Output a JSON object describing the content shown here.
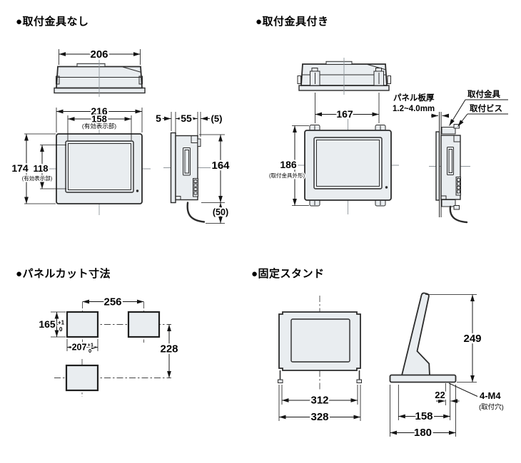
{
  "colors": {
    "outline": "#2b2b2b",
    "fill": "#e9edf0",
    "centerline": "#8f969b",
    "dimension": "#141414"
  },
  "sections": {
    "no_bracket": {
      "heading": "●取付金具なし",
      "top_view": {
        "width": "206"
      },
      "front_view": {
        "outer_width": "216",
        "display_width": "158",
        "display_width_note": "(有効表示部)",
        "outer_height": "174",
        "display_height": "118",
        "display_height_note": "(有効表示部)"
      },
      "side_view": {
        "bezel": "5",
        "depth": "55",
        "rear": "(5)",
        "height": "164",
        "cable": "(50)"
      }
    },
    "with_bracket": {
      "heading": "●取付金具付き",
      "top_view": {
        "bracket_span": "167"
      },
      "front_view": {
        "height": "186",
        "height_note": "(取付金具外形)"
      },
      "side_view": {
        "panel_label": "パネル板厚",
        "panel_range": "1.2~4.0mm",
        "bracket_label": "取付金具",
        "screw_label": "取付ビス"
      }
    },
    "panel_cut": {
      "heading": "●パネルカット寸法",
      "h_pitch": "256",
      "v_pitch": "228",
      "cut_h": "165",
      "cut_h_plus": "+1",
      "cut_h_minus": "0",
      "cut_w": "207",
      "cut_w_plus": "+1",
      "cut_w_minus": "0"
    },
    "stand": {
      "heading": "●固定スタンド",
      "front_view": {
        "inner_width": "312",
        "outer_width": "328"
      },
      "side_view": {
        "height": "249",
        "hole_offset": "22",
        "hole_pitch": "158",
        "base_depth": "180",
        "hole_spec": "4-M4",
        "hole_note": "(取付穴)"
      }
    }
  }
}
